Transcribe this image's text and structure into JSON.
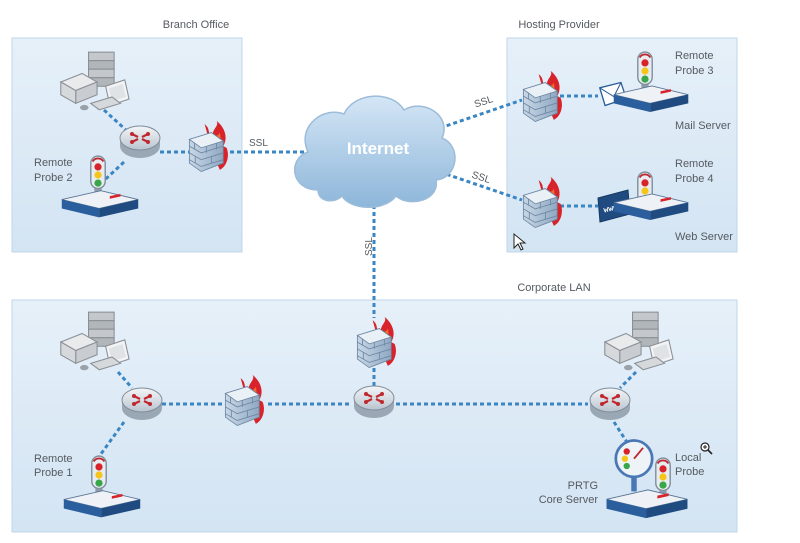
{
  "zones": {
    "branch": {
      "title": "Branch Office"
    },
    "hosting": {
      "title": "Hosting Provider"
    },
    "corporate": {
      "title": "Corporate LAN"
    }
  },
  "cloud": {
    "label": "Internet"
  },
  "links": {
    "ssl_branch": "SSL",
    "ssl_mail": "SSL",
    "ssl_web": "SSL",
    "ssl_corp": "SSL"
  },
  "probes": {
    "remote1": {
      "line1": "Remote",
      "line2": "Probe 1"
    },
    "remote2": {
      "line1": "Remote",
      "line2": "Probe 2"
    },
    "remote3": {
      "line1": "Remote",
      "line2": "Probe 3"
    },
    "remote4": {
      "line1": "Remote",
      "line2": "Probe 4"
    },
    "local": {
      "line1": "Local",
      "line2": "Probe"
    }
  },
  "servers": {
    "mail": "Mail Server",
    "web": "Web Server",
    "web_sign": "www",
    "core_line1": "PRTG",
    "core_line2": "Core Server"
  },
  "colors": {
    "zone_fill": "#d8e8f5",
    "zone_border": "#b9d3ea",
    "link": "#3a86c4",
    "firewall_flame": "#d8232a",
    "device_blue": "#2a5e9c"
  },
  "icons": [
    "workstation-icon",
    "router-icon",
    "firewall-icon",
    "probe-icon",
    "server-icon",
    "envelope-icon",
    "cloud-icon",
    "gauge-icon",
    "cursor-icon",
    "zoom-icon"
  ]
}
